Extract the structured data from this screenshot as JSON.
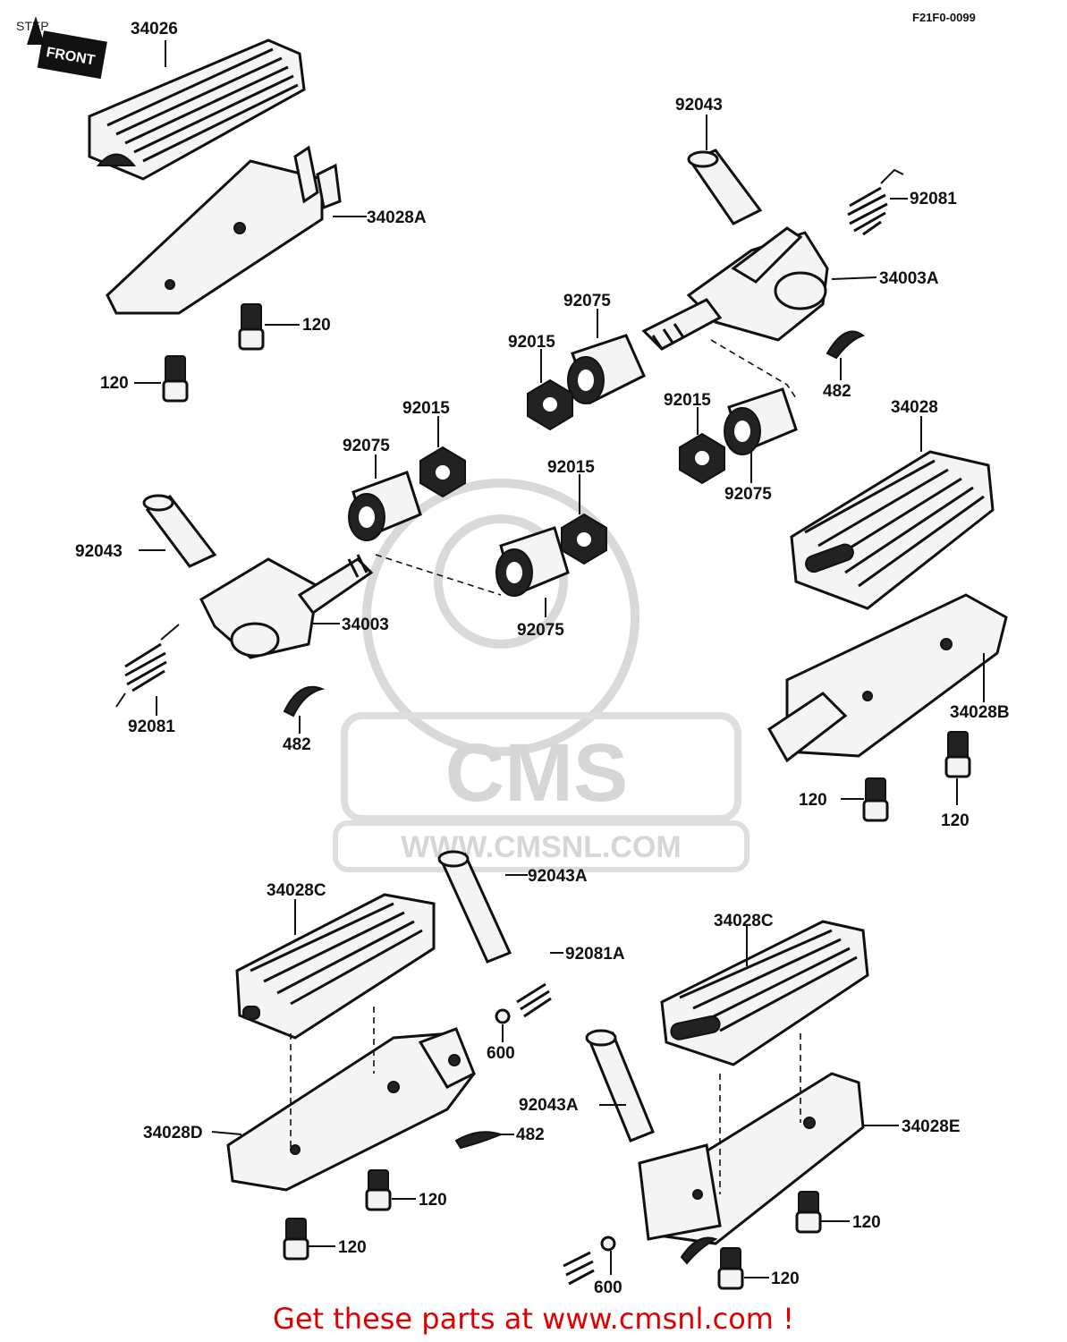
{
  "header": {
    "section": "STEP",
    "code": "F21F0-0099"
  },
  "watermark": {
    "brand": "CMS",
    "url": "WWW.CMSNL.COM"
  },
  "footer": {
    "text": "Get these parts at www.cmsnl.com !"
  },
  "front_tag": "FRONT",
  "colors": {
    "footer_text": "#e00000",
    "ink": "#111111",
    "watermark": "#d6d6d6"
  },
  "labels": {
    "p34026": "34026",
    "p34028A": "34028A",
    "p120_a": "120",
    "p120_b": "120",
    "p92043_top": "92043",
    "p92081_top": "92081",
    "p34003A": "34003A",
    "p92075_top": "92075",
    "p92015_top": "92015",
    "p482_top": "482",
    "p34028": "34028",
    "p92015_b": "92015",
    "p92075_b": "92075",
    "p92015_mid": "92015",
    "p92075_mid": "92075",
    "p92043_left": "92043",
    "p92015_c": "92015",
    "p92075_c": "92075",
    "p34003": "34003",
    "p92081_left": "92081",
    "p482_left": "482",
    "p34028B": "34028B",
    "p120_c": "120",
    "p120_d": "120",
    "p34028C_left": "34028C",
    "p92043A_top": "92043A",
    "p92081A": "92081A",
    "p600_a": "600",
    "p34028D": "34028D",
    "p482_b": "482",
    "p120_e": "120",
    "p120_f": "120",
    "p34028C_right": "34028C",
    "p92043A_b": "92043A",
    "p34028E": "34028E",
    "p120_g": "120",
    "p120_h": "120",
    "p600_b": "600"
  }
}
